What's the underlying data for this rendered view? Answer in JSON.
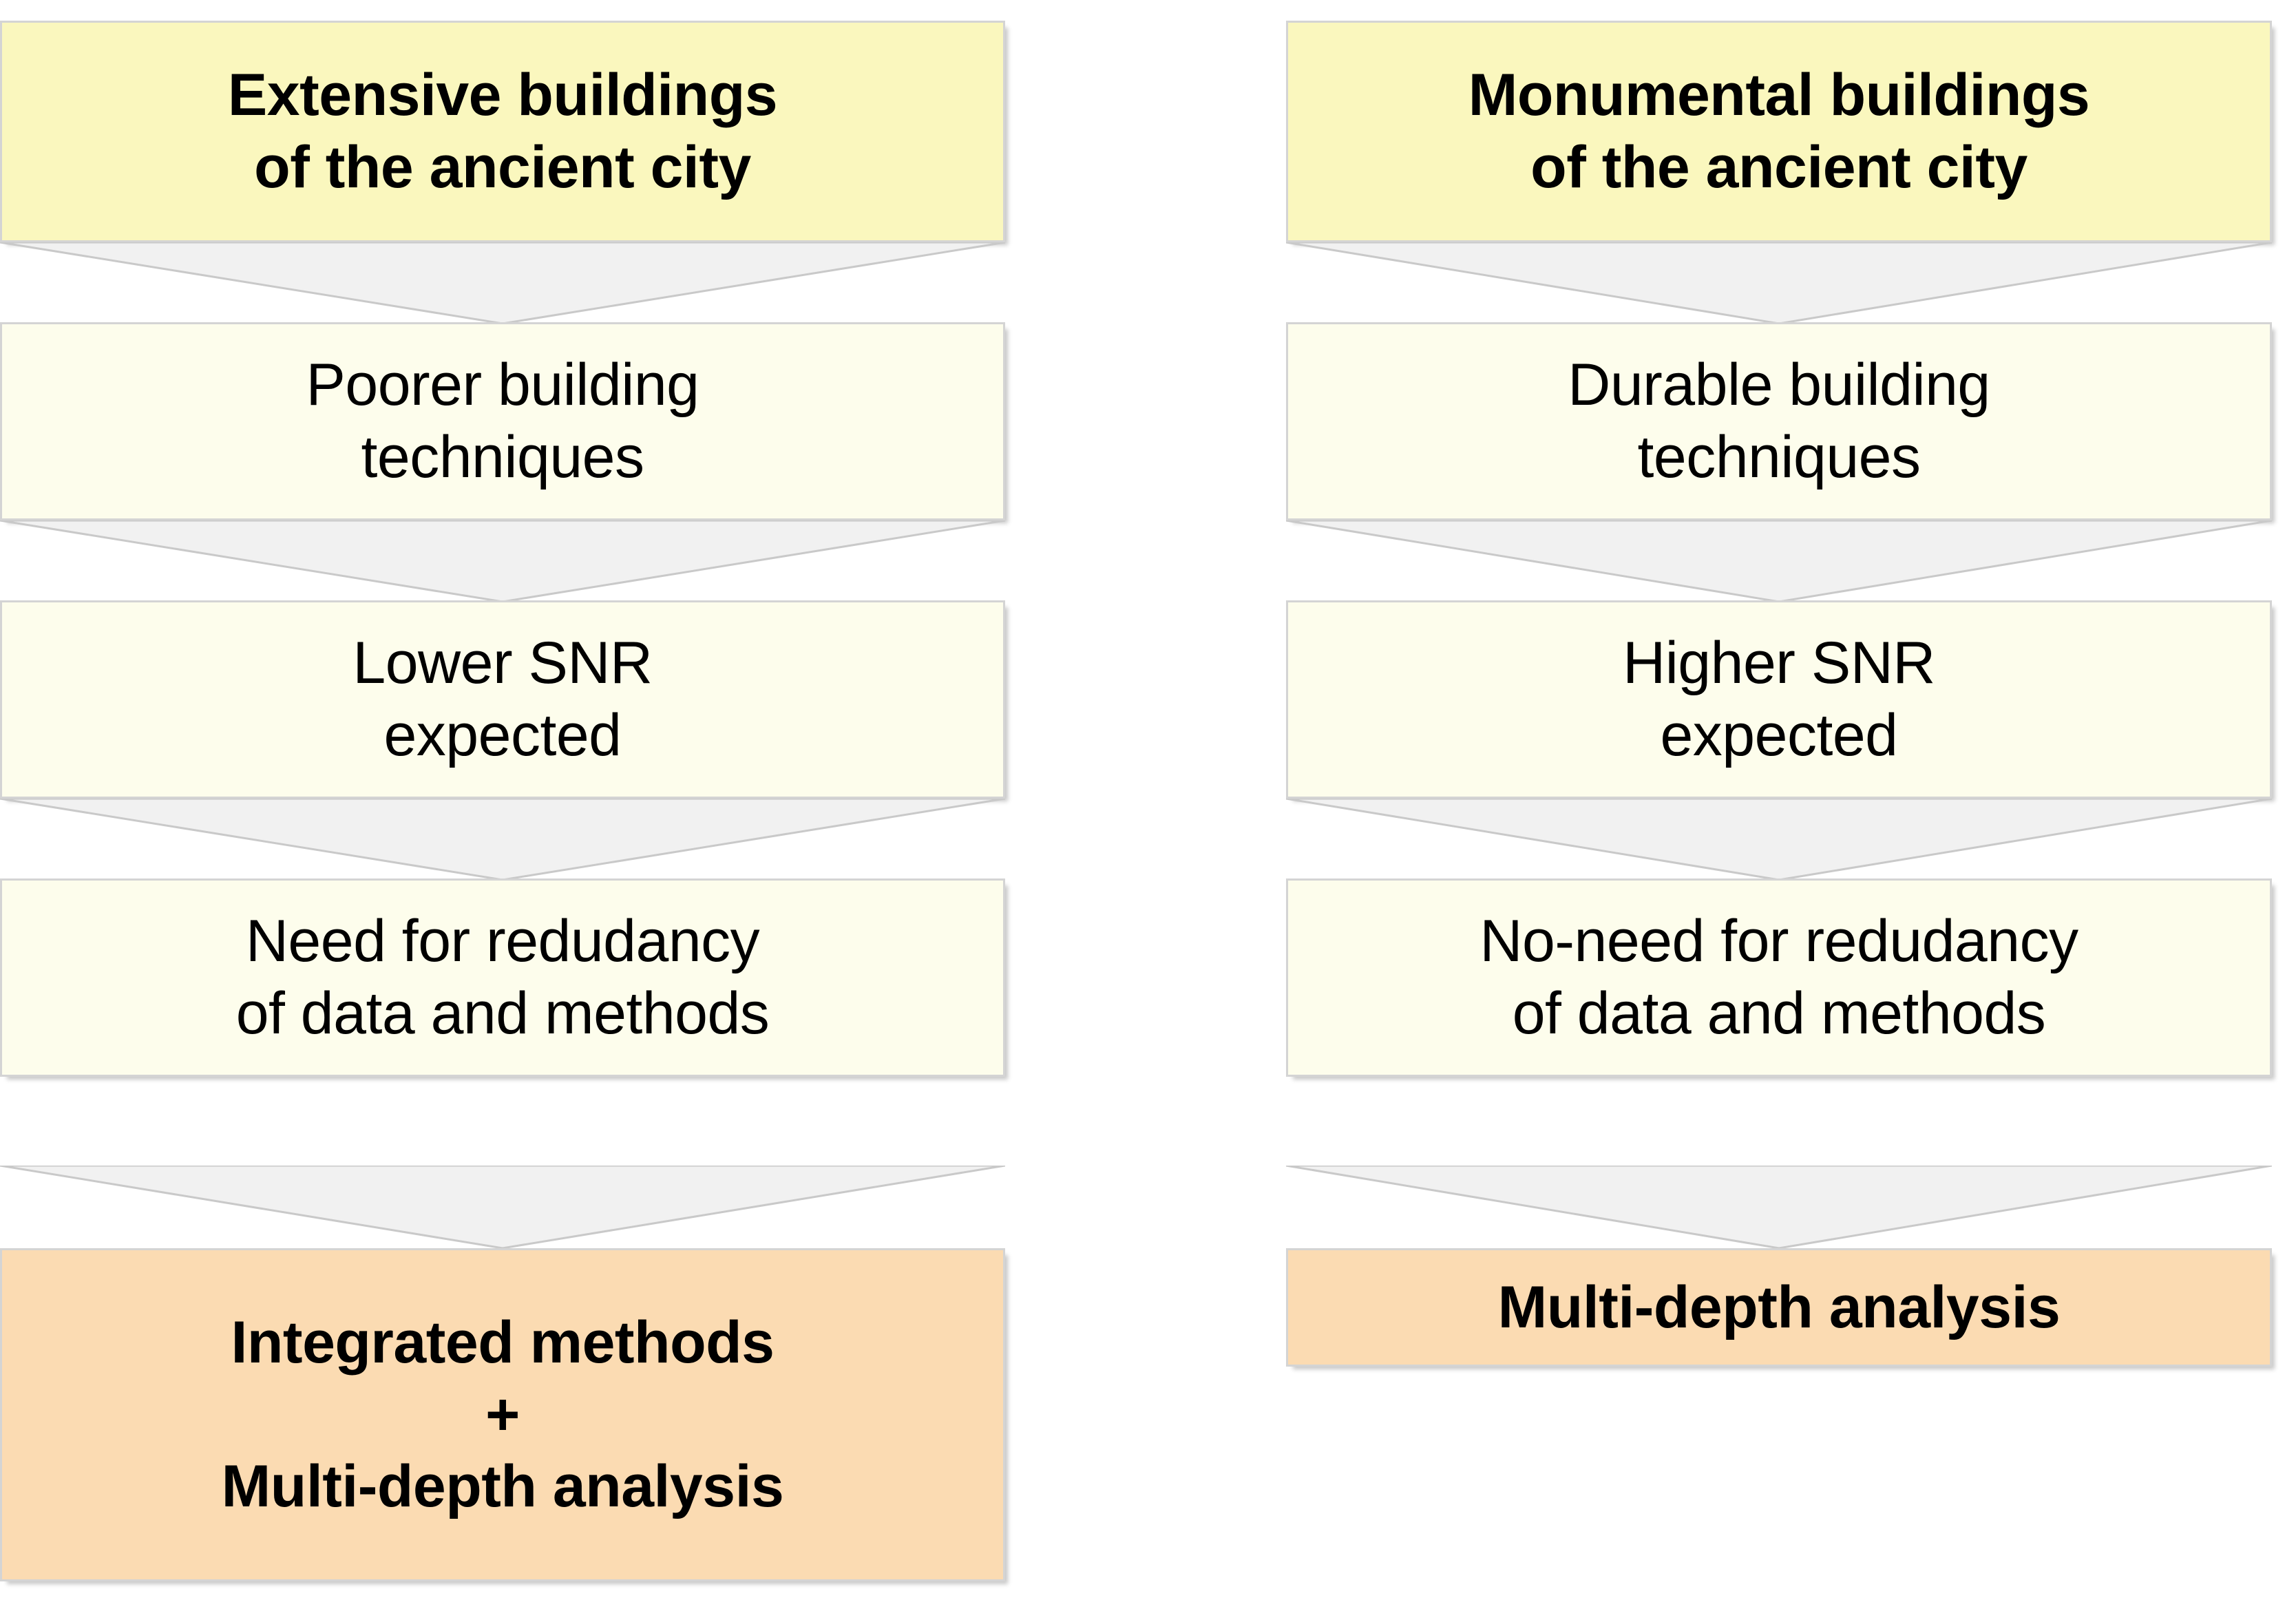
{
  "diagram": {
    "title": "Comparison flowchart of extensive vs monumental buildings of the ancient city",
    "colors": {
      "start_fill": "#FAF7BE",
      "step_fill": "#FDFDEC",
      "end_fill": "#FBDBB2",
      "connector_fill": "#F1F1F1",
      "border": "#D4D4D4",
      "text": "#000000",
      "background": "#FFFFFF"
    },
    "columns": [
      {
        "id": "extensive-buildings",
        "nodes": [
          {
            "kind": "start",
            "lines": [
              "Extensive buildings",
              "of the ancient city"
            ]
          },
          {
            "kind": "step",
            "lines": [
              "Poorer building",
              "techniques"
            ]
          },
          {
            "kind": "step",
            "lines": [
              "Lower SNR",
              "expected"
            ]
          },
          {
            "kind": "step",
            "lines": [
              "Need for redudancy",
              "of data and methods"
            ]
          },
          {
            "kind": "end",
            "lines": [
              "Integrated methods",
              "+",
              "Multi-depth analysis"
            ]
          }
        ]
      },
      {
        "id": "monumental-buildings",
        "nodes": [
          {
            "kind": "start",
            "lines": [
              "Monumental buildings",
              "of the ancient city"
            ]
          },
          {
            "kind": "step",
            "lines": [
              "Durable building",
              "techniques"
            ]
          },
          {
            "kind": "step",
            "lines": [
              "Higher SNR",
              "expected"
            ]
          },
          {
            "kind": "step",
            "lines": [
              "No-need for redudancy",
              "of data and methods"
            ]
          },
          {
            "kind": "end",
            "lines": [
              "Multi-depth analysis"
            ]
          }
        ]
      }
    ]
  }
}
